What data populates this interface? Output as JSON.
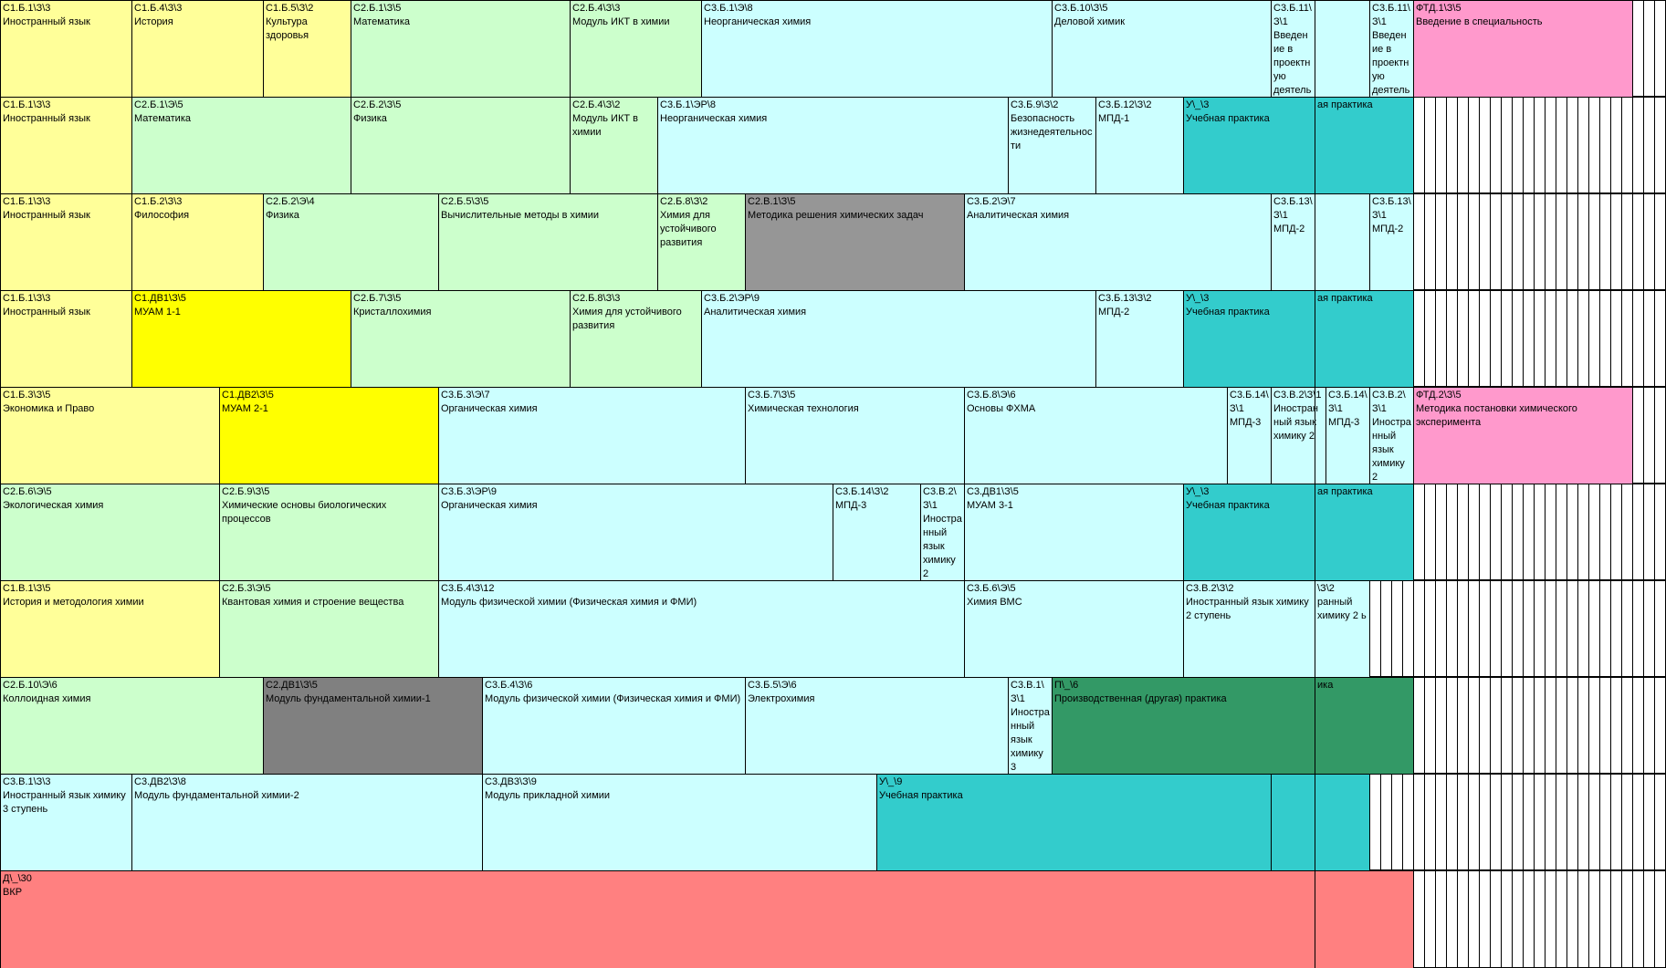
{
  "colors": {
    "yellow_light": "#FFFF99",
    "yellow": "#FFFF00",
    "green_light": "#CCFFCC",
    "cyan_light": "#CCFFFF",
    "teal": "#33CCCC",
    "gray_dark": "#808080",
    "gray": "#969696",
    "pink": "#FF99CC",
    "salmon": "#FF8080",
    "green_dark": "#339966"
  },
  "rows": [
    {
      "cells": [
        {
          "code": "С1.Б.1\\З\\3",
          "title": "Иностранный язык",
          "color": "yellow_light"
        },
        {
          "code": "С1.Б.4\\З\\3",
          "title": "История",
          "color": "yellow_light"
        },
        {
          "code": "С1.Б.5\\З\\2",
          "title": "Культура здоровья",
          "color": "yellow_light"
        },
        {
          "code": "С2.Б.1\\З\\5",
          "title": "Математика",
          "color": "green_light"
        },
        {
          "code": "С2.Б.4\\З\\3",
          "title": "Модуль ИКТ в химии",
          "color": "green_light"
        },
        {
          "code": "С3.Б.1\\Э\\8",
          "title": "Неорганическая химия",
          "color": "cyan_light"
        },
        {
          "code": "С3.Б.10\\З\\5",
          "title": "Деловой химик",
          "color": "cyan_light"
        },
        {
          "code": "С3.Б.11\\З\\1",
          "title": "Введение в проектную деятельность",
          "color": "cyan_light"
        },
        {
          "code": "",
          "title": "",
          "color": "cyan_light"
        },
        {
          "code": "С3.Б.11\\З\\1",
          "title": "Введение в проектную деятельность",
          "color": "cyan_light"
        },
        {
          "code": "ФТД.1\\З\\5",
          "title": "Введение в специальность",
          "color": "pink"
        }
      ]
    },
    {
      "cells": [
        {
          "code": "С1.Б.1\\З\\3",
          "title": "Иностранный язык",
          "color": "yellow_light"
        },
        {
          "code": "С2.Б.1\\Э\\5",
          "title": "Математика",
          "color": "green_light"
        },
        {
          "code": "С2.Б.2\\З\\5",
          "title": "Физика",
          "color": "green_light"
        },
        {
          "code": "С2.Б.4\\З\\2",
          "title": "Модуль ИКТ в химии",
          "color": "green_light"
        },
        {
          "code": "С3.Б.1\\ЭР\\8",
          "title": "Неорганическая химия",
          "color": "cyan_light"
        },
        {
          "code": "С3.Б.9\\З\\2",
          "title": "Безопасность жизнедеятельности",
          "color": "cyan_light"
        },
        {
          "code": "С3.Б.12\\З\\2",
          "title": "МПД-1",
          "color": "cyan_light"
        },
        {
          "code": "У\\_\\3",
          "title": "Учебная практика",
          "color": "teal"
        },
        {
          "code": "",
          "title": "ая практика",
          "color": "teal"
        }
      ]
    },
    {
      "cells": [
        {
          "code": "С1.Б.1\\З\\3",
          "title": "Иностранный язык",
          "color": "yellow_light"
        },
        {
          "code": "С1.Б.2\\З\\3",
          "title": "Философия",
          "color": "yellow_light"
        },
        {
          "code": "С2.Б.2\\Э\\4",
          "title": "Физика",
          "color": "green_light"
        },
        {
          "code": "С2.Б.5\\З\\5",
          "title": "Вычислительные методы в химии",
          "color": "green_light"
        },
        {
          "code": "С2.Б.8\\З\\2",
          "title": "Химия для устойчивого развития",
          "color": "green_light"
        },
        {
          "code": "С2.В.1\\З\\5",
          "title": "Методика решения химических задач",
          "color": "gray"
        },
        {
          "code": "С3.Б.2\\Э\\7",
          "title": "Аналитическая химия",
          "color": "cyan_light"
        },
        {
          "code": "С3.Б.13\\З\\1",
          "title": "МПД-2",
          "color": "cyan_light"
        },
        {
          "code": "",
          "title": "",
          "color": "cyan_light"
        },
        {
          "code": "С3.Б.13\\З\\1",
          "title": "МПД-2",
          "color": "cyan_light"
        }
      ]
    },
    {
      "cells": [
        {
          "code": "С1.Б.1\\З\\3",
          "title": "Иностранный язык",
          "color": "yellow_light"
        },
        {
          "code": "С1.ДВ1\\З\\5",
          "title": "МУАМ 1-1",
          "color": "yellow"
        },
        {
          "code": "С2.Б.7\\З\\5",
          "title": "Кристаллохимия",
          "color": "green_light"
        },
        {
          "code": "С2.Б.8\\З\\3",
          "title": "Химия для устойчивого развития",
          "color": "green_light"
        },
        {
          "code": "С3.Б.2\\ЭР\\9",
          "title": "Аналитическая химия",
          "color": "cyan_light"
        },
        {
          "code": "С3.Б.13\\З\\2",
          "title": "МПД-2",
          "color": "cyan_light"
        },
        {
          "code": "У\\_\\3",
          "title": "Учебная практика",
          "color": "teal"
        },
        {
          "code": "",
          "title": "ая практика",
          "color": "teal"
        }
      ]
    },
    {
      "cells": [
        {
          "code": "С1.Б.3\\З\\5",
          "title": "Экономика и Право",
          "color": "yellow_light"
        },
        {
          "code": "С1.ДВ2\\З\\5",
          "title": "МУАМ 2-1",
          "color": "yellow"
        },
        {
          "code": "С3.Б.3\\Э\\7",
          "title": "Органическая химия",
          "color": "cyan_light"
        },
        {
          "code": "С3.Б.7\\З\\5",
          "title": "Химическая технология",
          "color": "cyan_light"
        },
        {
          "code": "С3.Б.8\\Э\\6",
          "title": "Основы ФХМА",
          "color": "cyan_light"
        },
        {
          "code": "С3.Б.14\\З\\1",
          "title": "МПД-3",
          "color": "cyan_light"
        },
        {
          "code": "С3.В.2\\З\\1",
          "title": "Иностранный язык химику 2",
          "color": "cyan_light"
        },
        {
          "code": "С3.Б.14\\З\\1",
          "title": "МПД-3",
          "color": "cyan_light"
        },
        {
          "code": "С3.В.2\\З\\1",
          "title": "Иностранный язык химику 2",
          "color": "cyan_light"
        },
        {
          "code": "ФТД.2\\З\\5",
          "title": "Методика постановки химического эксперимента",
          "color": "pink"
        }
      ]
    },
    {
      "cells": [
        {
          "code": "С2.Б.6\\Э\\5",
          "title": "Экологическая химия",
          "color": "green_light"
        },
        {
          "code": "С2.Б.9\\З\\5",
          "title": "Химические основы биологических процессов",
          "color": "green_light"
        },
        {
          "code": "С3.Б.3\\ЭР\\9",
          "title": "Органическая химия",
          "color": "cyan_light"
        },
        {
          "code": "С3.Б.14\\З\\2",
          "title": "МПД-3",
          "color": "cyan_light"
        },
        {
          "code": "С3.В.2\\З\\1",
          "title": "Иностранный язык химику 2",
          "color": "cyan_light"
        },
        {
          "code": "С3.ДВ1\\З\\5",
          "title": "МУАМ 3-1",
          "color": "cyan_light"
        },
        {
          "code": "У\\_\\3",
          "title": "Учебная практика",
          "color": "teal"
        },
        {
          "code": "",
          "title": "ая практика",
          "color": "teal"
        }
      ]
    },
    {
      "cells": [
        {
          "code": "С1.В.1\\З\\5",
          "title": "История и методология химии",
          "color": "yellow_light"
        },
        {
          "code": "С2.Б.3\\Э\\5",
          "title": "Квантовая химия и строение вещества",
          "color": "green_light"
        },
        {
          "code": "С3.Б.4\\З\\12",
          "title": "Модуль физической химии (Физическая химия и ФМИ)",
          "color": "cyan_light"
        },
        {
          "code": "С3.Б.6\\Э\\5",
          "title": "Химия ВМС",
          "color": "cyan_light"
        },
        {
          "code": "С3.В.2\\З\\2",
          "title": "Иностранный язык химику 2 ступень",
          "color": "cyan_light"
        },
        {
          "code": "\\З\\2",
          "title": "ранный химику 2 ь",
          "color": "cyan_light"
        }
      ]
    },
    {
      "cells": [
        {
          "code": "С2.Б.10\\Э\\6",
          "title": "Коллоидная химия",
          "color": "green_light"
        },
        {
          "code": "С2.ДВ1\\З\\5",
          "title": "Модуль фундаментальной химии-1",
          "color": "gray_dark"
        },
        {
          "code": "С3.Б.4\\З\\6",
          "title": "Модуль физической химии (Физическая химия и ФМИ)",
          "color": "cyan_light"
        },
        {
          "code": "С3.Б.5\\Э\\6",
          "title": "Электрохимия",
          "color": "cyan_light"
        },
        {
          "code": "С3.В.1\\З\\1",
          "title": "Иностранный язык химику 3",
          "color": "cyan_light"
        },
        {
          "code": "П\\_\\6",
          "title": "Производственная (другая) практика",
          "color": "green_dark"
        },
        {
          "code": "",
          "title": "ика",
          "color": "green_dark"
        }
      ]
    },
    {
      "cells": [
        {
          "code": "С3.В.1\\З\\3",
          "title": "Иностранный язык химику 3 ступень",
          "color": "cyan_light"
        },
        {
          "code": "С3.ДВ2\\З\\8",
          "title": "Модуль фундаментальной химии-2",
          "color": "cyan_light"
        },
        {
          "code": "С3.ДВ3\\З\\9",
          "title": "Модуль прикладной химии",
          "color": "cyan_light"
        },
        {
          "code": "У\\_\\9",
          "title": "Учебная практика",
          "color": "teal"
        },
        {
          "code": "",
          "title": "",
          "color": "teal"
        }
      ]
    },
    {
      "cells": [
        {
          "code": "Д\\_\\30",
          "title": "ВКР",
          "color": "salmon"
        }
      ]
    }
  ]
}
